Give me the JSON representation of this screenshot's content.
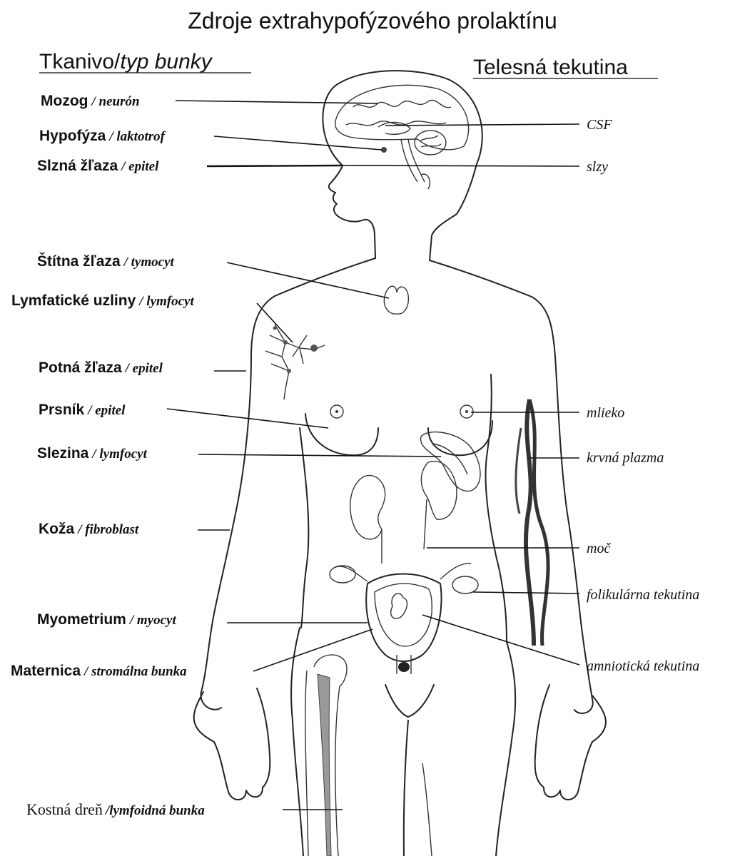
{
  "title": "Zdroje extrahypofýzového prolaktínu",
  "headers": {
    "tissue_main": "Tkanivo/",
    "tissue_italic": "typ bunky",
    "fluid": "Telesná tekutina"
  },
  "tissues": [
    {
      "tissue": "Mozog",
      "cell": "/ neurón"
    },
    {
      "tissue": "Hypofýza",
      "cell": "/ laktotrof"
    },
    {
      "tissue": "Slzná žľaza",
      "cell": "/ epitel"
    },
    {
      "tissue": "Štítna žľaza",
      "cell": "/ tymocyt"
    },
    {
      "tissue": "Lymfatické uzliny",
      "cell": "/ lymfocyt"
    },
    {
      "tissue": "Potná žľaza",
      "cell": "/ epitel"
    },
    {
      "tissue": "Prsník",
      "cell": "/ epitel"
    },
    {
      "tissue": "Slezina",
      "cell": "/ lymfocyt"
    },
    {
      "tissue": "Koža",
      "cell": "/ fibroblast"
    },
    {
      "tissue": "Myometrium",
      "cell": "/ myocyt"
    },
    {
      "tissue": "Maternica",
      "cell": "/ stromálna bunka"
    },
    {
      "tissue": "Kostná dreň",
      "cell": "/lymfoidná bunka"
    }
  ],
  "fluids": [
    "CSF",
    "slzy",
    "mlieko",
    "krvná plazma",
    "moč",
    "folikulárna tekutina",
    "amniotická tekutina"
  ]
}
